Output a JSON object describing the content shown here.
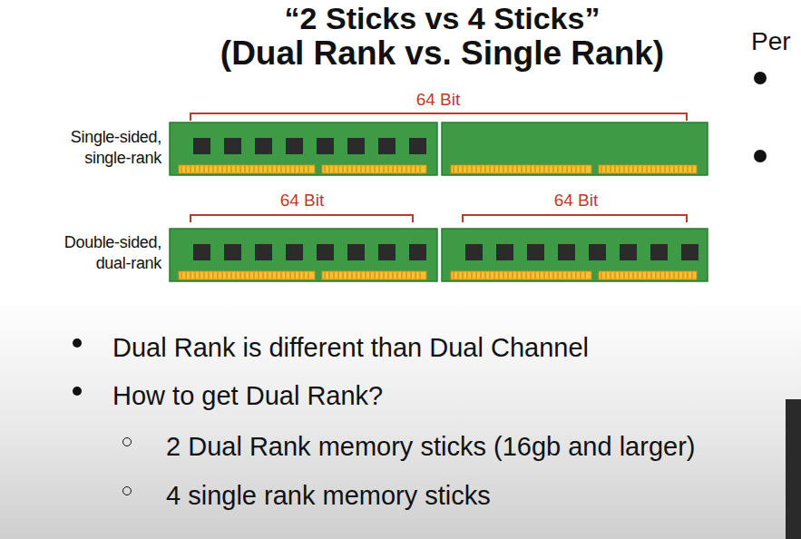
{
  "diagram": {
    "title": "“2 Sticks vs 4 Sticks”",
    "labels": [
      "(Dual Rank vs. Single Rank)",
      "Per",
      "64 Bit",
      "Single-sided, single-rank",
      "64 Bit",
      "64 Bit",
      "Double-sided, dual-rank",
      "Dual Rank is different than Dual Channel",
      "How to get Dual Rank?",
      "2 Dual Rank memory sticks (16gb and larger)",
      "4 single rank memory sticks"
    ]
  }
}
